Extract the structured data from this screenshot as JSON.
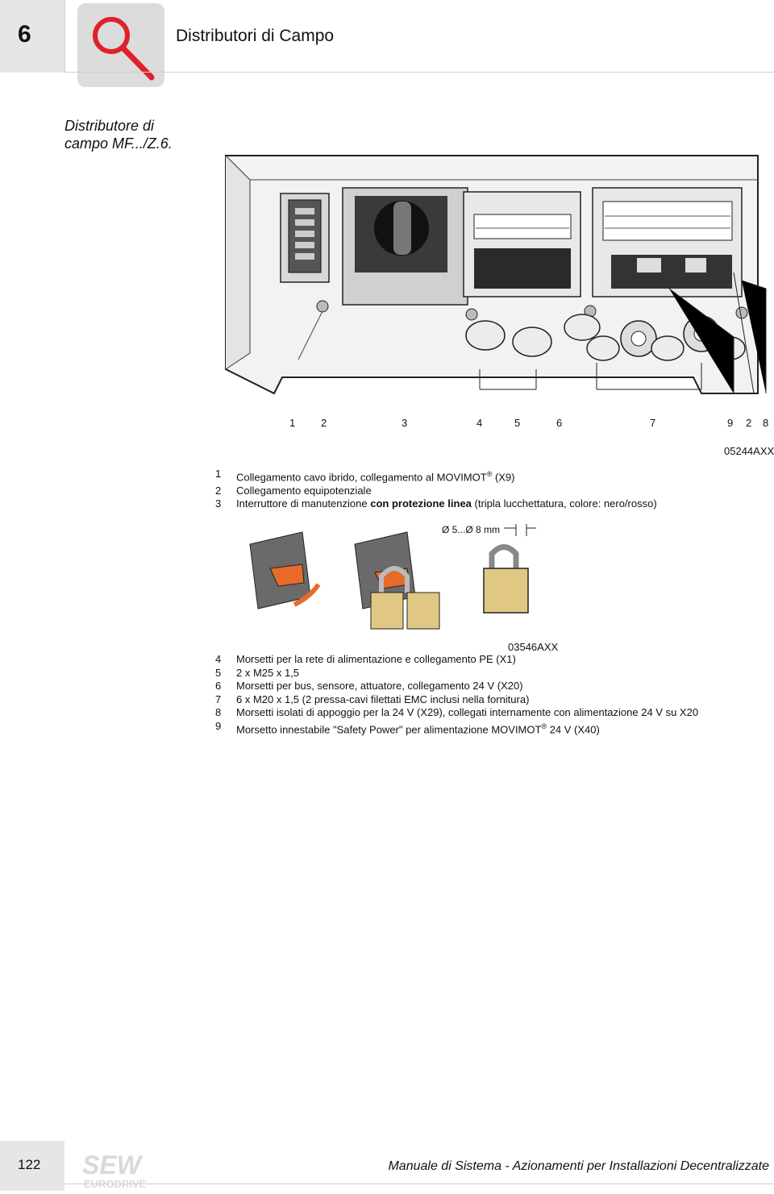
{
  "header": {
    "chapter_number": "6",
    "title": "Distributori di Campo"
  },
  "section": {
    "title_line1": "Distributore di",
    "title_line2": "campo MF.../Z.6."
  },
  "figure1": {
    "code": "05244AXX",
    "callouts": [
      "1",
      "2",
      "3",
      "4",
      "5",
      "6",
      "7",
      "9",
      "2",
      "8"
    ]
  },
  "list_a": [
    {
      "num": "1",
      "text": "Collegamento cavo ibrido, collegamento al MOVIMOT",
      "sup": "®",
      "after": " (X9)"
    },
    {
      "num": "2",
      "text": "Collegamento equipotenziale"
    },
    {
      "num": "3",
      "text": "Interruttore di manutenzione ",
      "bold": "con protezione linea",
      "after": " (tripla lucchettatura, colore: nero/rosso)"
    }
  ],
  "figure2": {
    "code": "03546AXX",
    "dimension": "Ø 5...Ø 8 mm"
  },
  "list_b": [
    {
      "num": "4",
      "text": "Morsetti per la rete di alimentazione e collegamento PE (X1)"
    },
    {
      "num": "5",
      "text": "2 x M25 x 1,5"
    },
    {
      "num": "6",
      "text": "Morsetti per bus, sensore, attuatore, collegamento 24 V (X20)"
    },
    {
      "num": "7",
      "text": "6 x M20 x 1,5 (2 pressa-cavi filettati EMC inclusi nella fornitura)"
    },
    {
      "num": "8",
      "text": "Morsetti isolati di appoggio per la 24 V (X29), collegati internamente con alimentazione 24 V su X20"
    },
    {
      "num": "9",
      "text": "Morsetto innestabile \"Safety Power\" per alimentazione MOVIMOT",
      "sup": "®",
      "after": " 24 V (X40)"
    }
  ],
  "footer": {
    "page_number": "122",
    "manual_title": "Manuale di Sistema - Azionamenti per Installazioni Decentralizzate",
    "logo_text": "SEW",
    "logo_subtext": "EURODRIVE"
  },
  "colors": {
    "header_bg": "#e6e6e6",
    "icon_accent": "#e0202a"
  }
}
